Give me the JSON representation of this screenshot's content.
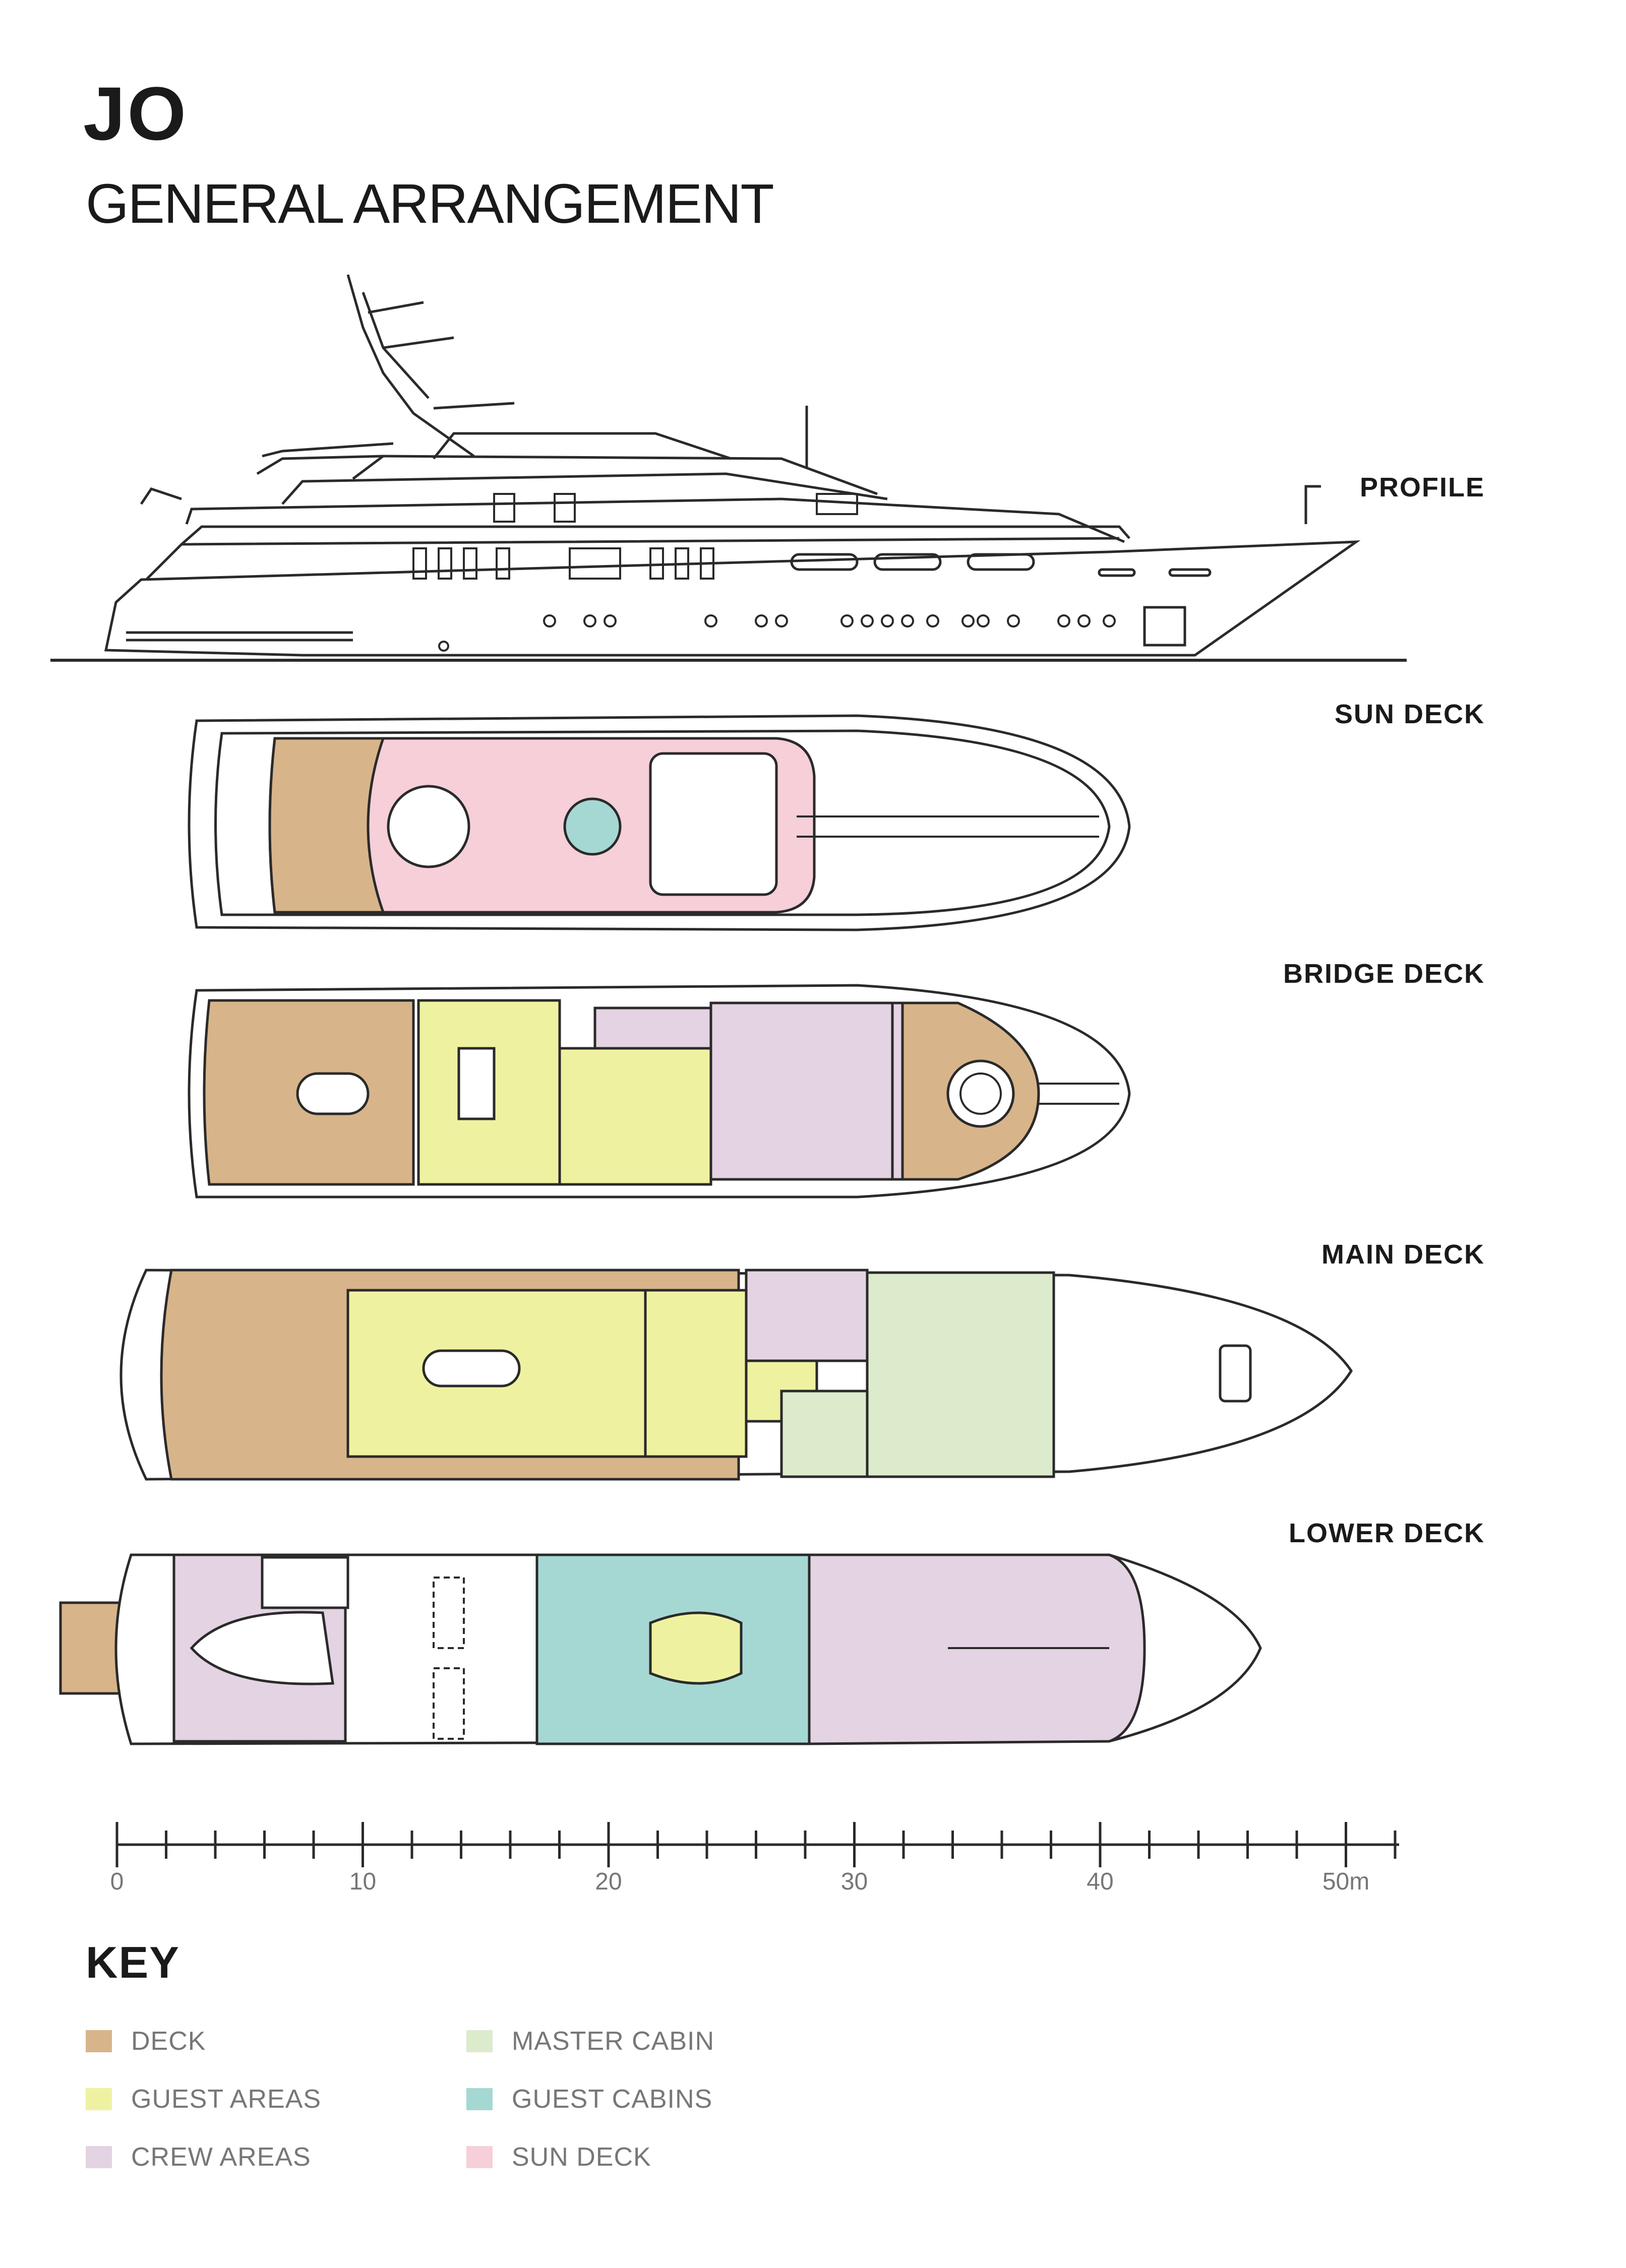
{
  "header": {
    "title": "JO",
    "subtitle": "GENERAL ARRANGEMENT"
  },
  "decks": {
    "profile": "PROFILE",
    "sun": "SUN DECK",
    "bridge": "BRIDGE DECK",
    "main": "MAIN DECK",
    "lower": "LOWER DECK"
  },
  "scale": {
    "ticks": [
      0,
      10,
      20,
      30,
      40,
      50
    ],
    "labels": [
      "0",
      "10",
      "20",
      "30",
      "40",
      "50m"
    ],
    "max": 52
  },
  "key": {
    "title": "KEY",
    "items": [
      {
        "label": "DECK",
        "color": "#d8b48a"
      },
      {
        "label": "GUEST AREAS",
        "color": "#eef2a0"
      },
      {
        "label": "CREW AREAS",
        "color": "#e4d3e3"
      },
      {
        "label": "MASTER CABIN",
        "color": "#dcebcc"
      },
      {
        "label": "GUEST CABINS",
        "color": "#a6d8d3"
      },
      {
        "label": "SUN DECK",
        "color": "#f6cfd8"
      }
    ]
  },
  "colors": {
    "deck": "#d8b48a",
    "guest": "#eef2a0",
    "crew": "#e4d3e3",
    "master": "#dcebcc",
    "cabins": "#a6d8d3",
    "sun": "#f6cfd8",
    "line": "#2a2a2a"
  }
}
